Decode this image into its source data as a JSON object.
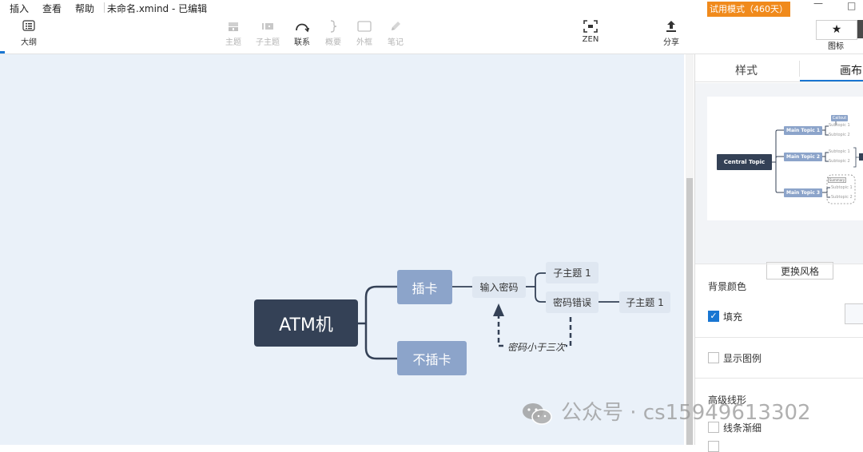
{
  "menu": {
    "items": [
      "插入",
      "查看",
      "帮助"
    ],
    "doc_title": "未命名.xmind - 已编辑",
    "trial_badge": "试用模式（460天）",
    "minimize_glyph": "—",
    "maximize_glyph": "□"
  },
  "toolbar": {
    "outline": "大纲",
    "topic": "主题",
    "subtopic": "子主题",
    "relationship": "联系",
    "summary": "概要",
    "boundary": "外框",
    "note": "笔记",
    "zen": "ZEN",
    "share": "分享",
    "icons": "图标"
  },
  "mindmap": {
    "central": "ATM机",
    "branch_insert": "插卡",
    "branch_no_insert": "不插卡",
    "enter_pin": "输入密码",
    "subtopic_1": "子主题 1",
    "pin_error": "密码错误",
    "subtopic_2": "子主题 1",
    "relation_label": "密码小于三次"
  },
  "panel": {
    "tab_style": "样式",
    "tab_canvas": "画布",
    "preview": {
      "central": "Central Topic",
      "main1": "Main Topic 1",
      "main2": "Main Topic 2",
      "main3": "Main Topic 3",
      "callout": "Callout",
      "summary": "Summary",
      "subtopic1": "Subtopic 1",
      "subtopic2": "Subtopic 2"
    },
    "change_style_button": "更换风格",
    "bg_color": "背景颜色",
    "fill": "填充",
    "show_legend": "显示图例",
    "advanced_lines": "高级线形",
    "tapered_lines": "线条渐细"
  },
  "watermark": "公众号 · cs15949613302"
}
